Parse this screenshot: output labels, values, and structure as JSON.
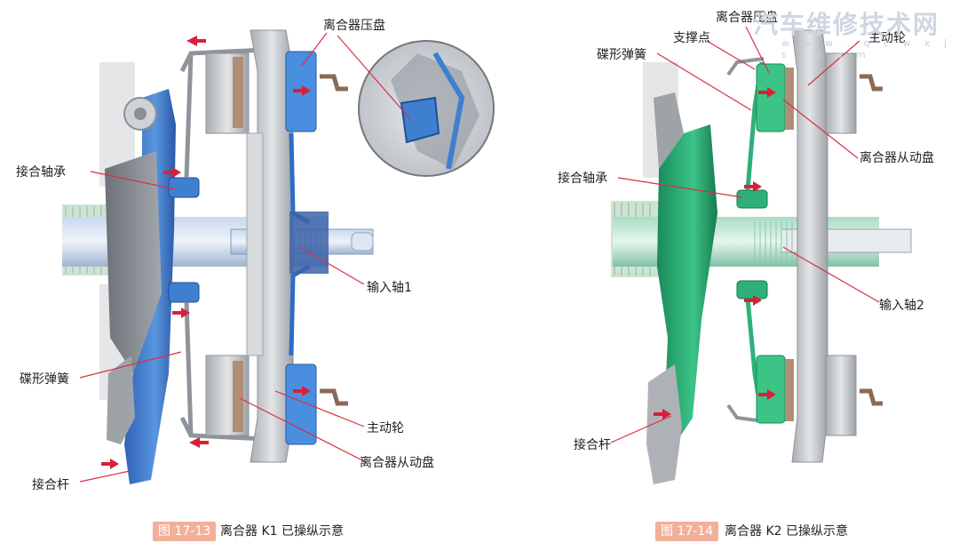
{
  "figure_left": {
    "caption_tag": "图 17-13",
    "caption_text": "离合器 K1 已操纵示意",
    "labels": {
      "pressure_plate": "离合器压盘",
      "release_bearing": "接合轴承",
      "input_shaft": "输入轴1",
      "diaphragm_spring": "碟形弹簧",
      "flywheel": "主动轮",
      "driven_plate": "离合器从动盘",
      "release_lever": "接合杆"
    }
  },
  "figure_right": {
    "caption_tag": "图 17-14",
    "caption_text": "离合器 K2 已操纵示意",
    "labels": {
      "pressure_plate": "离合器压盘",
      "pivot_point": "支撑点",
      "flywheel": "主动轮",
      "diaphragm_spring": "碟形弹簧",
      "driven_plate": "离合器从动盘",
      "release_bearing": "接合轴承",
      "input_shaft": "输入轴2",
      "release_lever": "接合杆"
    }
  },
  "watermark": {
    "title": "汽车维修技术网",
    "url": "w w w . q c w x j s . c o m"
  },
  "colors": {
    "k1_accent": "#3f7fd0",
    "k2_accent": "#2fb07a",
    "arrow": "#d8203a",
    "leader": "#d83040",
    "metal": "#c6c9cc",
    "friction": "#b08e76"
  }
}
